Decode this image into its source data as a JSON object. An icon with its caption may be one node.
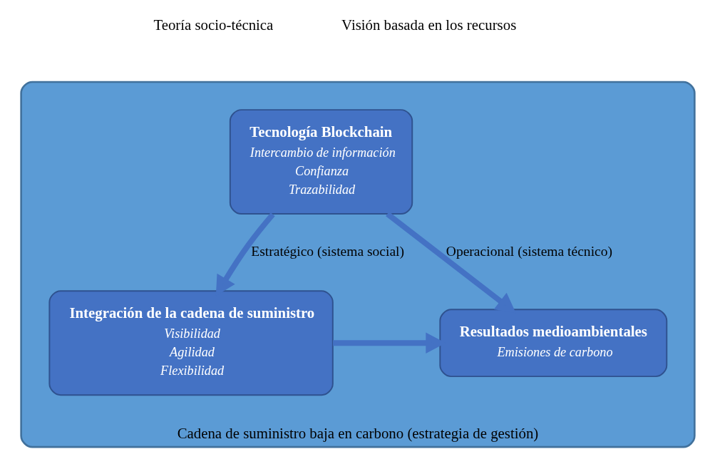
{
  "diagram": {
    "nodes": [
      {
        "text": [
          "Cadena de suministro baja en carbono (estrategia de gestión)"
        ]
      },
      {
        "text": [
          "Tecnología Blockchain",
          "Intercambio de información",
          "Confianza",
          "Trazabilidad"
        ],
        "in": 0
      },
      {
        "text": [
          "Integración de la cadena de suministro",
          "Visibilidad",
          "Agilidad",
          "Flexibilidad"
        ],
        "in": 0
      },
      {
        "text": [
          "Resultados medioambientales",
          "Emisiones de carbono"
        ],
        "in": 0
      }
    ],
    "edges": [
      {
        "from": 1,
        "to": 2,
        "arrow": "to",
        "label": "Estratégico (sistema social)"
      },
      {
        "from": 1,
        "to": 3,
        "arrow": "to",
        "label": "Operacional (sistema técnico)"
      },
      {
        "from": 2,
        "to": 3,
        "arrow": "to"
      }
    ],
    "labels": [
      "Teoría socio-técnica",
      "Visión basada en los recursos"
    ]
  }
}
